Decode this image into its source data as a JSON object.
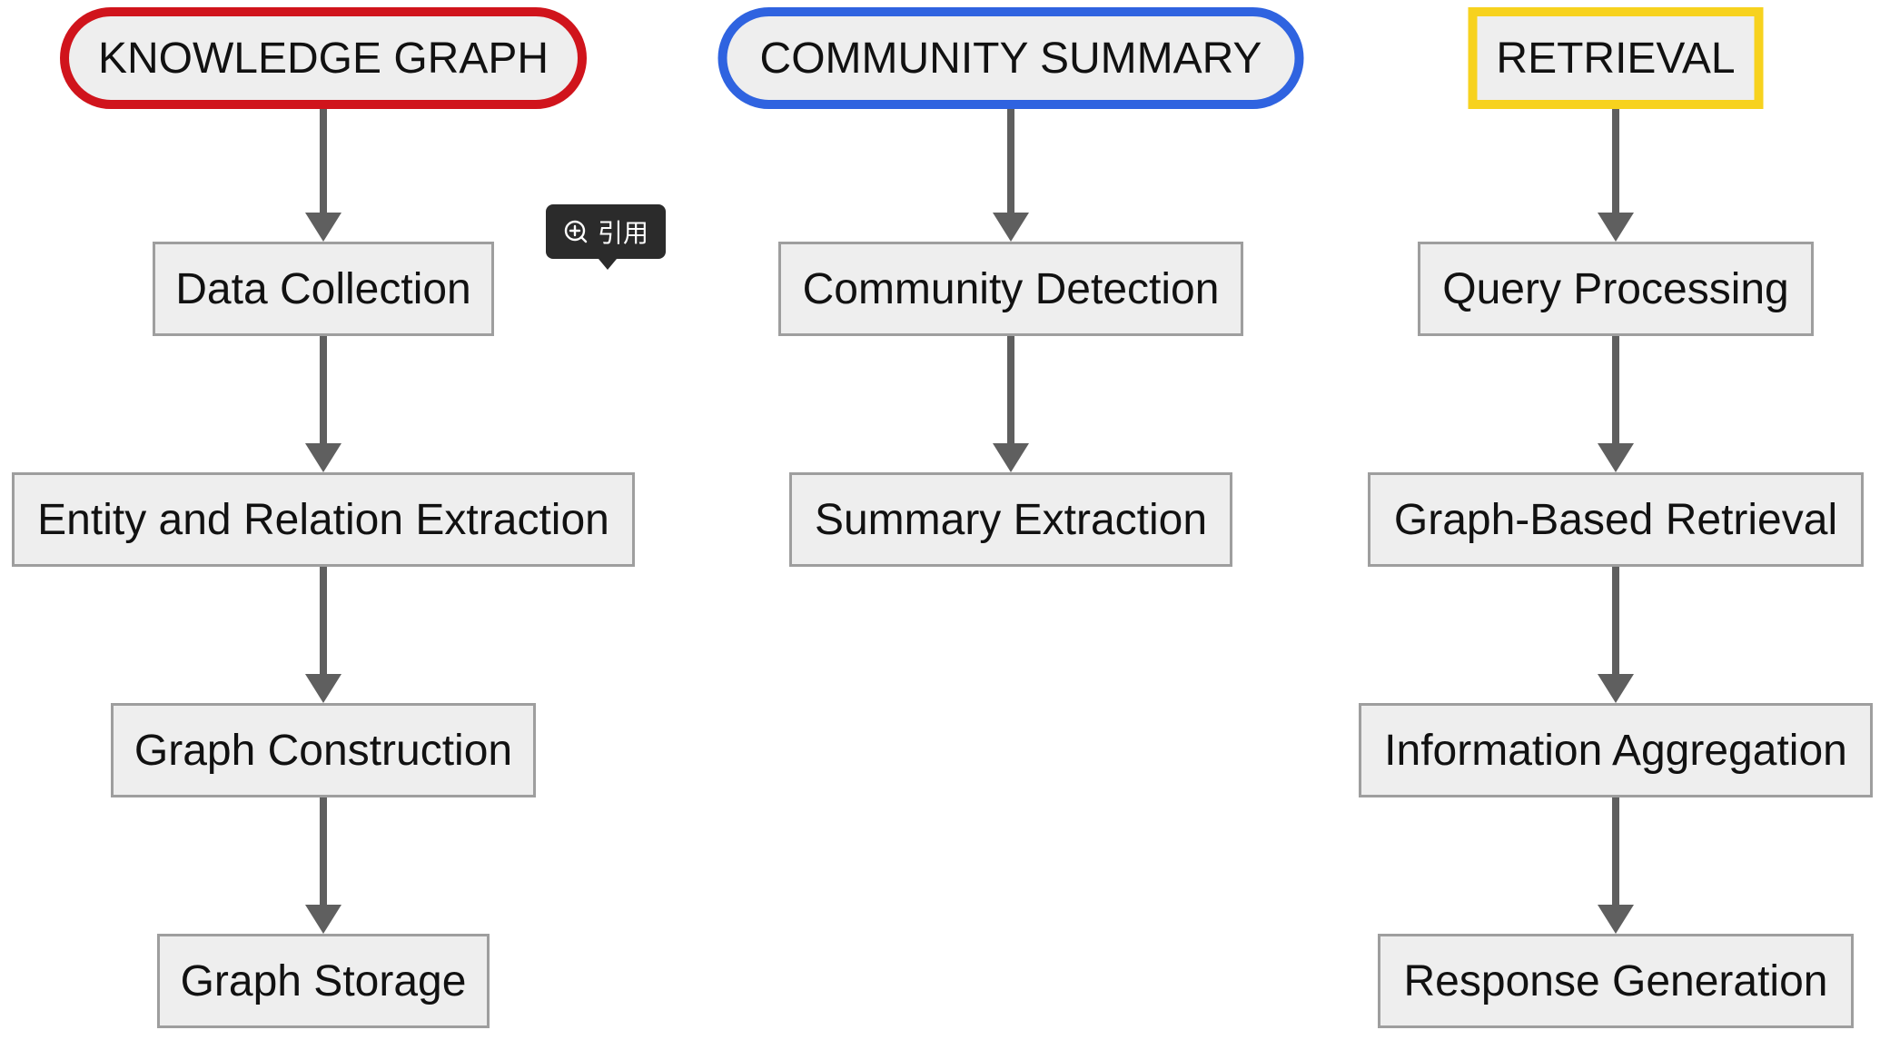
{
  "colors": {
    "knowledge_graph": "#d0141c",
    "community_summary": "#2f63e0",
    "retrieval": "#f7d21e",
    "node_fill": "#eeeeee",
    "node_border": "#9e9e9e",
    "arrow": "#5f5f5f"
  },
  "columns": [
    {
      "header": "KNOWLEDGE GRAPH",
      "steps": [
        "Data Collection",
        "Entity and Relation Extraction",
        "Graph Construction",
        "Graph Storage"
      ]
    },
    {
      "header": "COMMUNITY SUMMARY",
      "steps": [
        "Community Detection",
        "Summary Extraction"
      ]
    },
    {
      "header": "RETRIEVAL",
      "steps": [
        "Query Processing",
        "Graph-Based Retrieval",
        "Information Aggregation",
        "Response Generation"
      ]
    }
  ],
  "tooltip": {
    "icon": "zoom-plus-icon",
    "label": "引用"
  }
}
